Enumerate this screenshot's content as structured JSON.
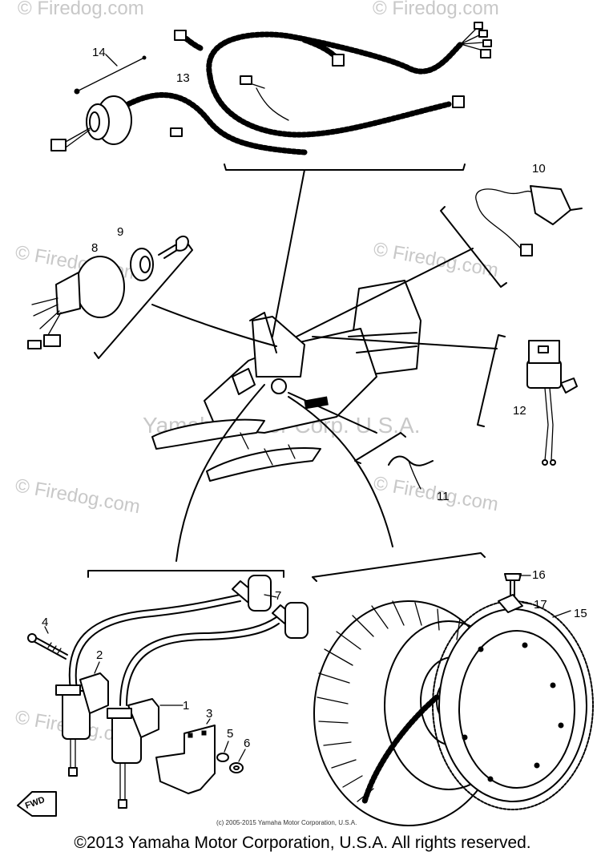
{
  "watermarks": {
    "site": "© Firedog.com",
    "corp": "Yamaha Motor Corp. U.S.A."
  },
  "callouts": {
    "n1": "1",
    "n2": "2",
    "n3": "3",
    "n4": "4",
    "n5": "5",
    "n6": "6",
    "n7": "7",
    "n8": "8",
    "n9": "9",
    "n10": "10",
    "n11": "11",
    "n12": "12",
    "n13": "13",
    "n14": "14",
    "n15": "15",
    "n16": "16",
    "n17": "17"
  },
  "badge": {
    "fwd": "FWD"
  },
  "small_copyright": "(c) 2005-2015 Yamaha Motor Corporation, U.S.A.",
  "footer_copyright": "©2013 Yamaha Motor Corporation, U.S.A. All rights reserved."
}
